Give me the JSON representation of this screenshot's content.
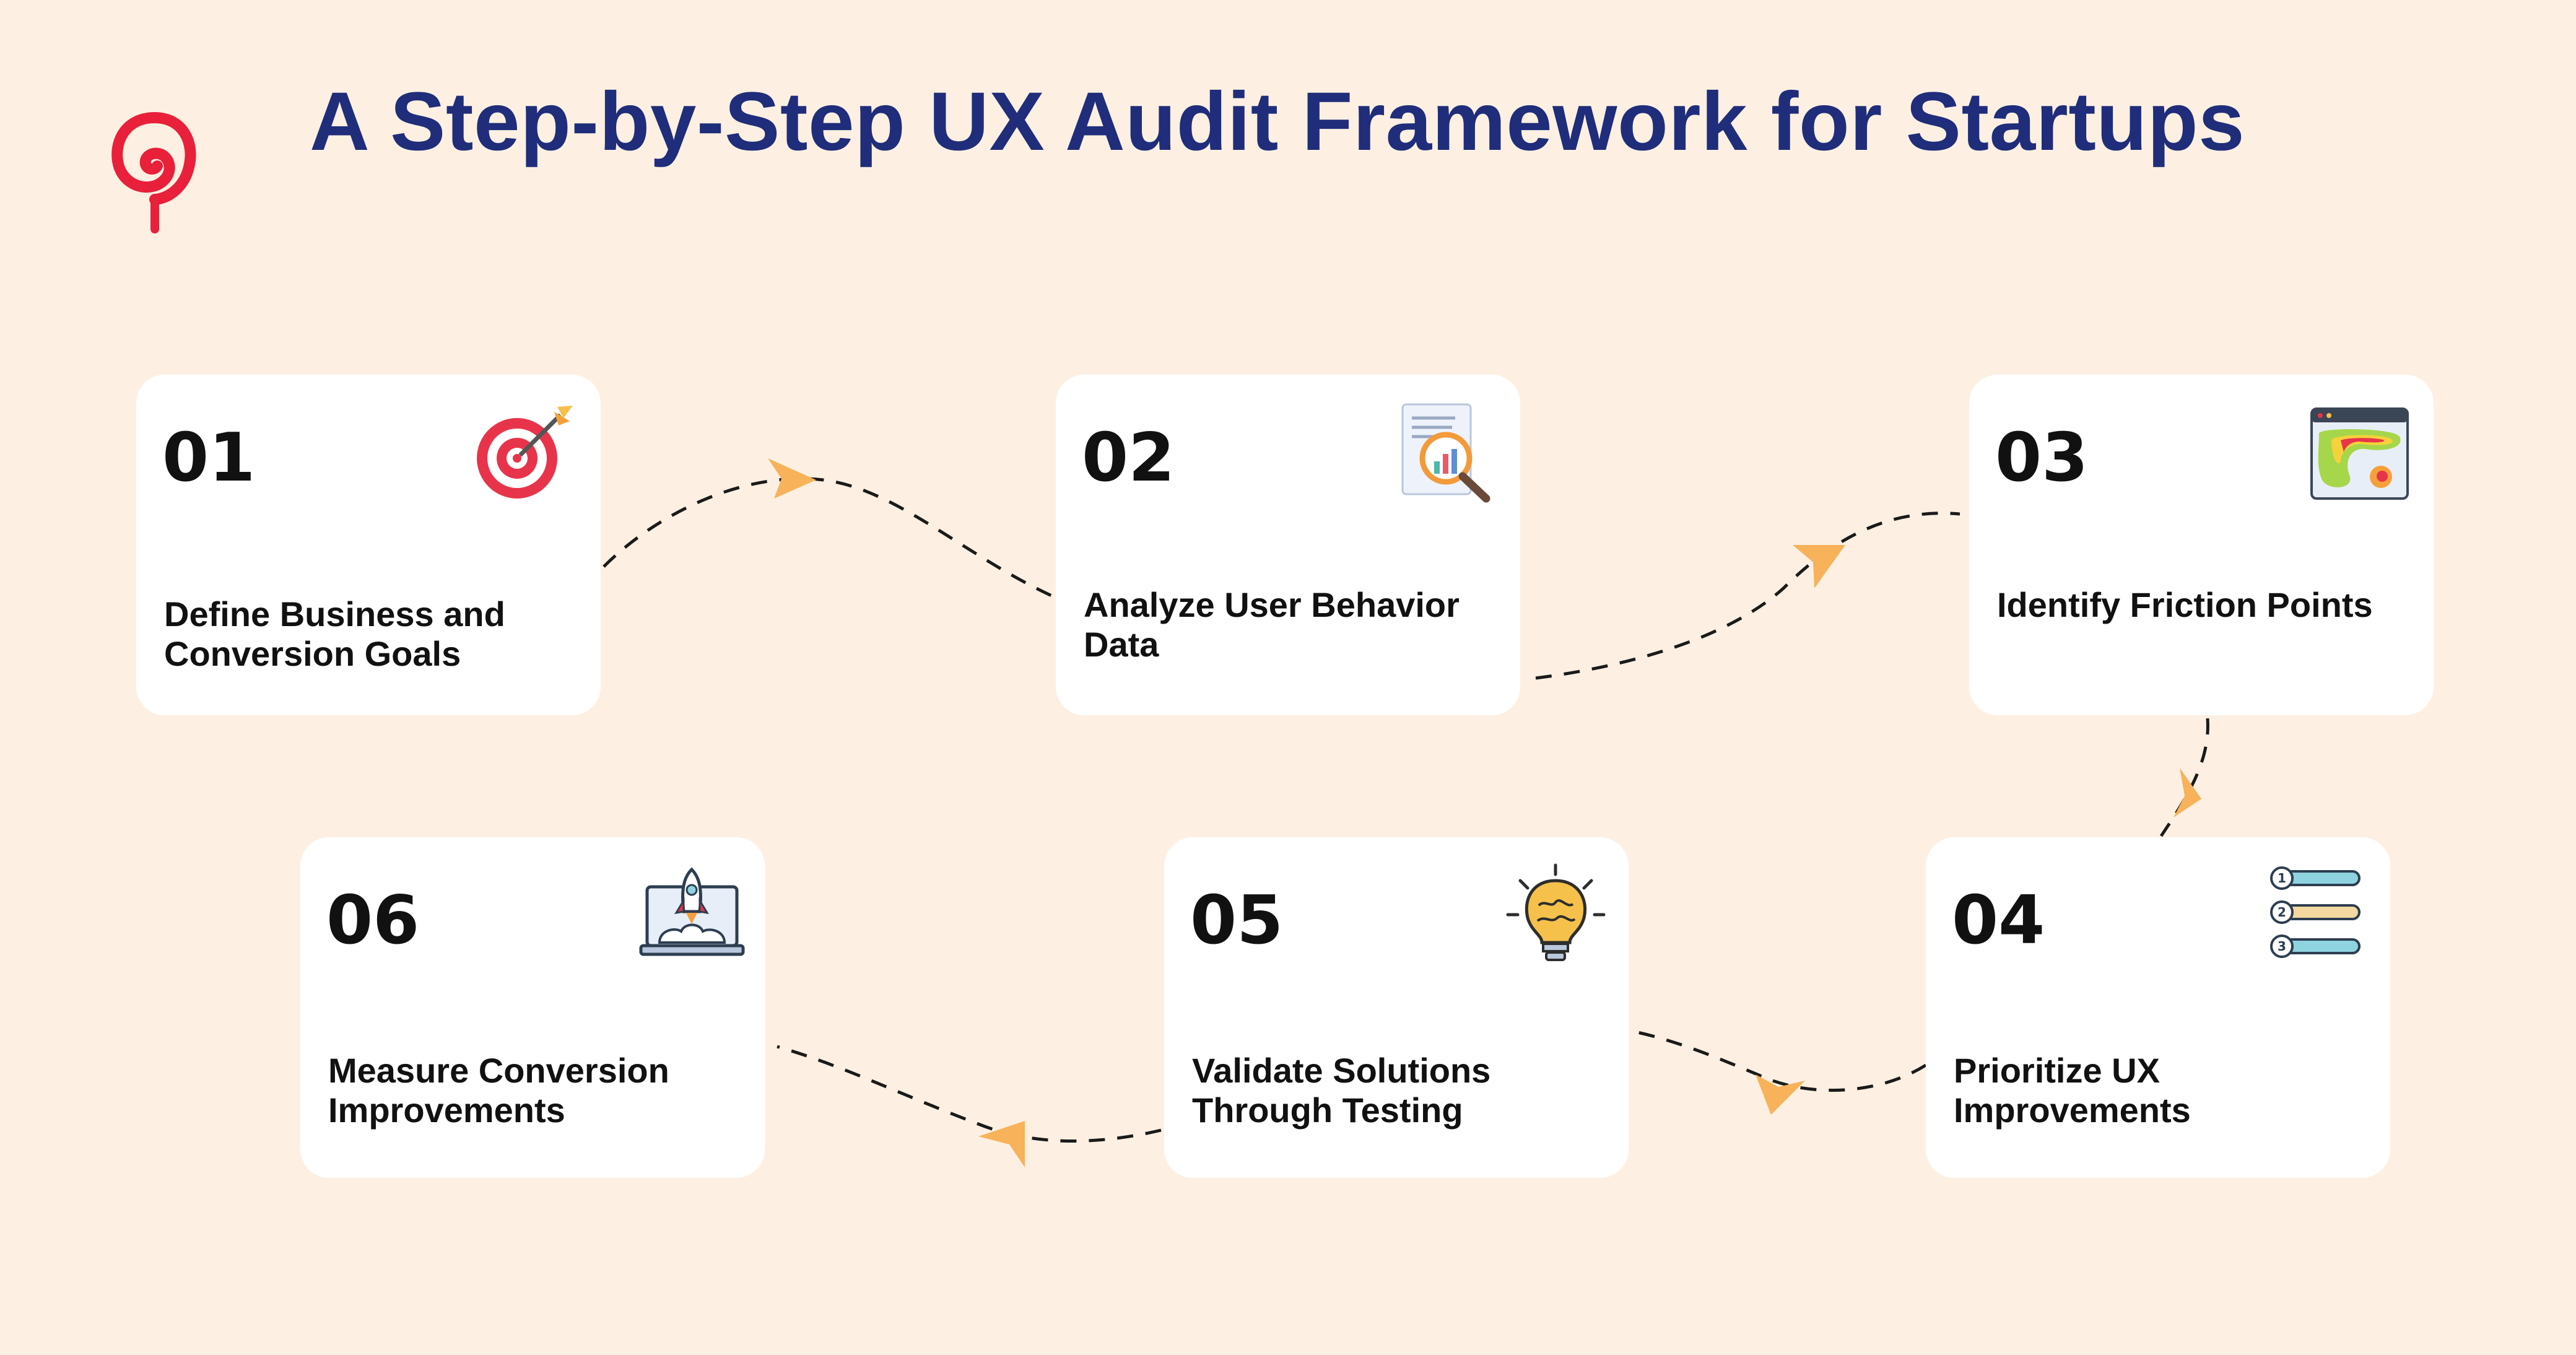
{
  "title": "A Step-by-Step UX Audit Framework for Startups",
  "colors": {
    "background": "#fdf0e2",
    "title": "#1f2d7a",
    "logo": "#e8203a",
    "arrow": "#f7b25a"
  },
  "steps": [
    {
      "number": "01",
      "label": "Define Business and Conversion Goals",
      "icon": "target-icon"
    },
    {
      "number": "02",
      "label": "Analyze User Behavior Data",
      "icon": "data-analysis-icon"
    },
    {
      "number": "03",
      "label": "Identify Friction Points",
      "icon": "heatmap-icon"
    },
    {
      "number": "04",
      "label": "Prioritize UX Improvements",
      "icon": "priority-list-icon"
    },
    {
      "number": "05",
      "label": "Validate Solutions Through Testing",
      "icon": "brain-bulb-icon"
    },
    {
      "number": "06",
      "label": "Measure Conversion Improvements",
      "icon": "rocket-launch-icon"
    }
  ]
}
